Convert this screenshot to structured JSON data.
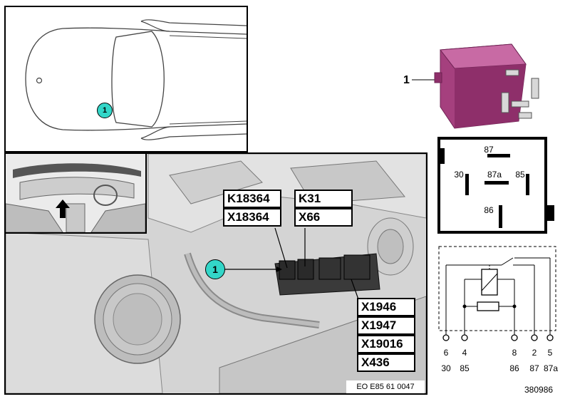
{
  "callouts": {
    "car_marker": "1",
    "photo_marker": "1",
    "part_number": "1"
  },
  "connector_labels_left": [
    "K18364",
    "X18364"
  ],
  "connector_labels_right": [
    "K31",
    "X66"
  ],
  "connector_labels_bottom": [
    "X1946",
    "X1947",
    "X19016",
    "X436"
  ],
  "relay_pins": {
    "top": "87",
    "left": "30",
    "center": "87a",
    "right": "85",
    "bottom": "86"
  },
  "schematic_pins": [
    {
      "num": "6",
      "term": "30"
    },
    {
      "num": "4",
      "term": "85"
    },
    {
      "num": "8",
      "term": "86"
    },
    {
      "num": "2",
      "term": "87"
    },
    {
      "num": "5",
      "term": "87a"
    }
  ],
  "photo_reference": "EO E85 61 0047",
  "document_number": "380986",
  "colors": {
    "marker": "#33d6c8",
    "relay": "#a5407e",
    "photo_bg": "#d9d9d9"
  }
}
